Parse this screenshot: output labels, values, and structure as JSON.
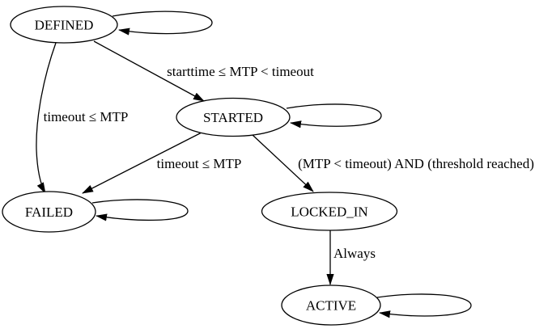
{
  "diagram": {
    "title": "state transition diagram",
    "colors": {
      "background": "#ffffff",
      "node_fill": "#ffffff",
      "stroke": "#000000",
      "text": "#000000"
    },
    "nodes": [
      {
        "id": "DEFINED",
        "label": "DEFINED",
        "self_loop": true
      },
      {
        "id": "STARTED",
        "label": "STARTED",
        "self_loop": true
      },
      {
        "id": "FAILED",
        "label": "FAILED",
        "self_loop": true
      },
      {
        "id": "LOCKED_IN",
        "label": "LOCKED_IN",
        "self_loop": true
      },
      {
        "id": "ACTIVE",
        "label": "ACTIVE",
        "self_loop": true
      }
    ],
    "edges": [
      {
        "from": "DEFINED",
        "to": "STARTED",
        "label": "starttime ≤ MTP < timeout"
      },
      {
        "from": "DEFINED",
        "to": "FAILED",
        "label": "timeout ≤ MTP"
      },
      {
        "from": "STARTED",
        "to": "FAILED",
        "label": "timeout ≤ MTP"
      },
      {
        "from": "STARTED",
        "to": "LOCKED_IN",
        "label": "(MTP < timeout) AND (threshold reached)"
      },
      {
        "from": "LOCKED_IN",
        "to": "ACTIVE",
        "label": "Always"
      },
      {
        "from": "DEFINED",
        "to": "DEFINED",
        "label": ""
      },
      {
        "from": "STARTED",
        "to": "STARTED",
        "label": ""
      },
      {
        "from": "FAILED",
        "to": "FAILED",
        "label": ""
      },
      {
        "from": "ACTIVE",
        "to": "ACTIVE",
        "label": ""
      }
    ]
  }
}
